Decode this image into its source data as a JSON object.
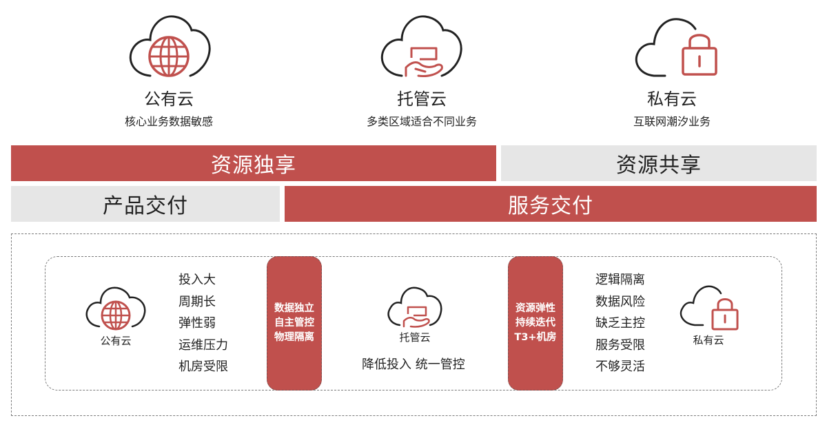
{
  "top": {
    "items": [
      {
        "title": "公有云",
        "subtitle": "核心业务数据敏感",
        "icon": "cloud-globe-icon"
      },
      {
        "title": "托管云",
        "subtitle": "多类区域适合不同业务",
        "icon": "cloud-hand-card-icon"
      },
      {
        "title": "私有云",
        "subtitle": "互联网潮汐业务",
        "icon": "cloud-lock-icon"
      }
    ]
  },
  "bars": {
    "exclusive": "资源独享",
    "shared": "资源共享",
    "product_delivery": "产品交付",
    "service_delivery": "服务交付"
  },
  "comparison": {
    "public": {
      "label": "公有云",
      "traits": [
        "投入大",
        "周期长",
        "弹性弱",
        "运维压力",
        "机房受限"
      ]
    },
    "pill_left": [
      "数据独立",
      "自主管控",
      "物理隔离"
    ],
    "hosted": {
      "label": "托管云",
      "slogan": "降低投入 统一管控"
    },
    "pill_right": [
      "资源弹性",
      "持续迭代",
      "T3+机房"
    ],
    "private": {
      "label": "私有云",
      "traits": [
        "逻辑隔离",
        "数据风险",
        "缺乏主控",
        "服务受限",
        "不够灵活"
      ]
    }
  },
  "colors": {
    "accent_red": "#c0504d",
    "gray_bar": "#e6e6e6",
    "icon_dark": "#222222"
  }
}
